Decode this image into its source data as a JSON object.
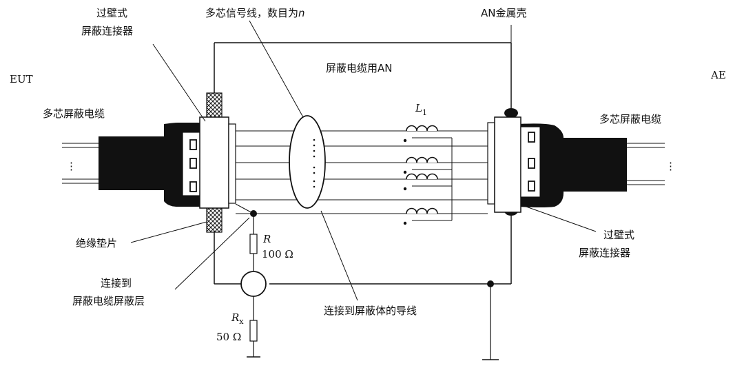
{
  "labels": {
    "eut": "EUT",
    "ae": "AE",
    "wall_connector_left_1": "过壁式",
    "wall_connector_left_2": "屏蔽连接器",
    "multicore_signal": "多芯信号线，数目为",
    "multicore_signal_n": "n",
    "an_shell": "AN金属壳",
    "shielded_cable_an": "屏蔽电缆用AN",
    "multicore_cable_left": "多芯屏蔽电缆",
    "multicore_cable_right": "多芯屏蔽电缆",
    "inductor": "L",
    "inductor_sub": "1",
    "insulating_gasket": "绝缘垫片",
    "resistor_r": "R",
    "resistor_r_value": "100 Ω",
    "connect_shield_1": "连接到",
    "connect_shield_2": "屏蔽电缆屏蔽层",
    "resistor_rx": "R",
    "resistor_rx_sub": "x",
    "resistor_rx_value": "50 Ω",
    "wire_to_shield": "连接到屏蔽体的导线",
    "wall_connector_right_1": "过壁式",
    "wall_connector_right_2": "屏蔽连接器",
    "left_dots": "⋮",
    "right_dots": "⋮"
  }
}
